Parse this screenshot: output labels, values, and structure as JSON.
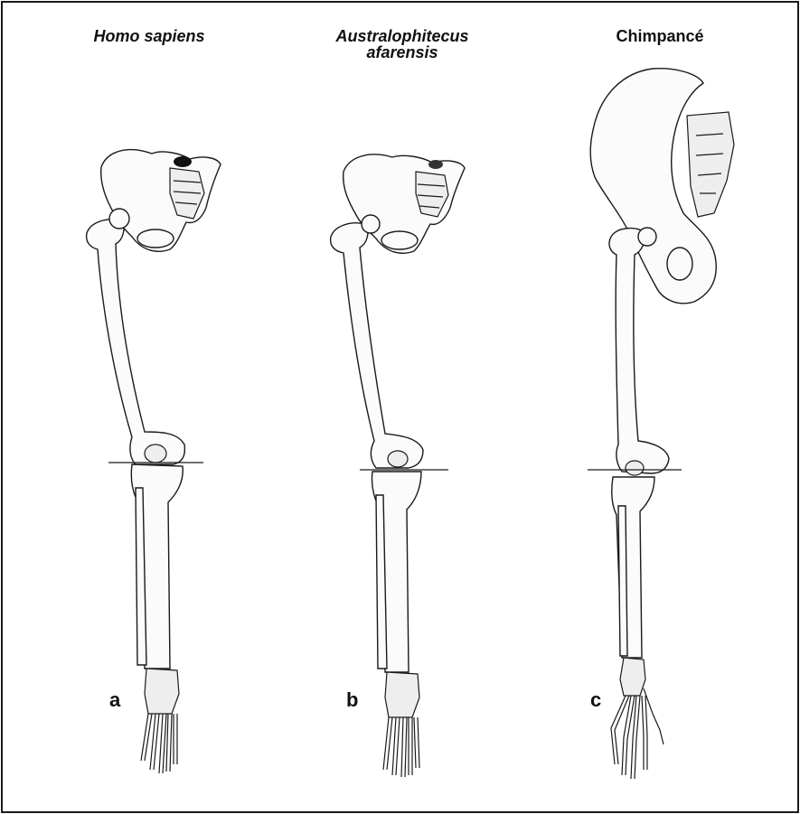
{
  "panels": [
    {
      "title_line1": "Homo sapiens",
      "title_line2": "",
      "letter": "a"
    },
    {
      "title_line1": "Australophitecus",
      "title_line2": "afarensis",
      "letter": "b"
    },
    {
      "title_line1": "Chimpancé",
      "title_line2": "",
      "letter": "c"
    }
  ]
}
